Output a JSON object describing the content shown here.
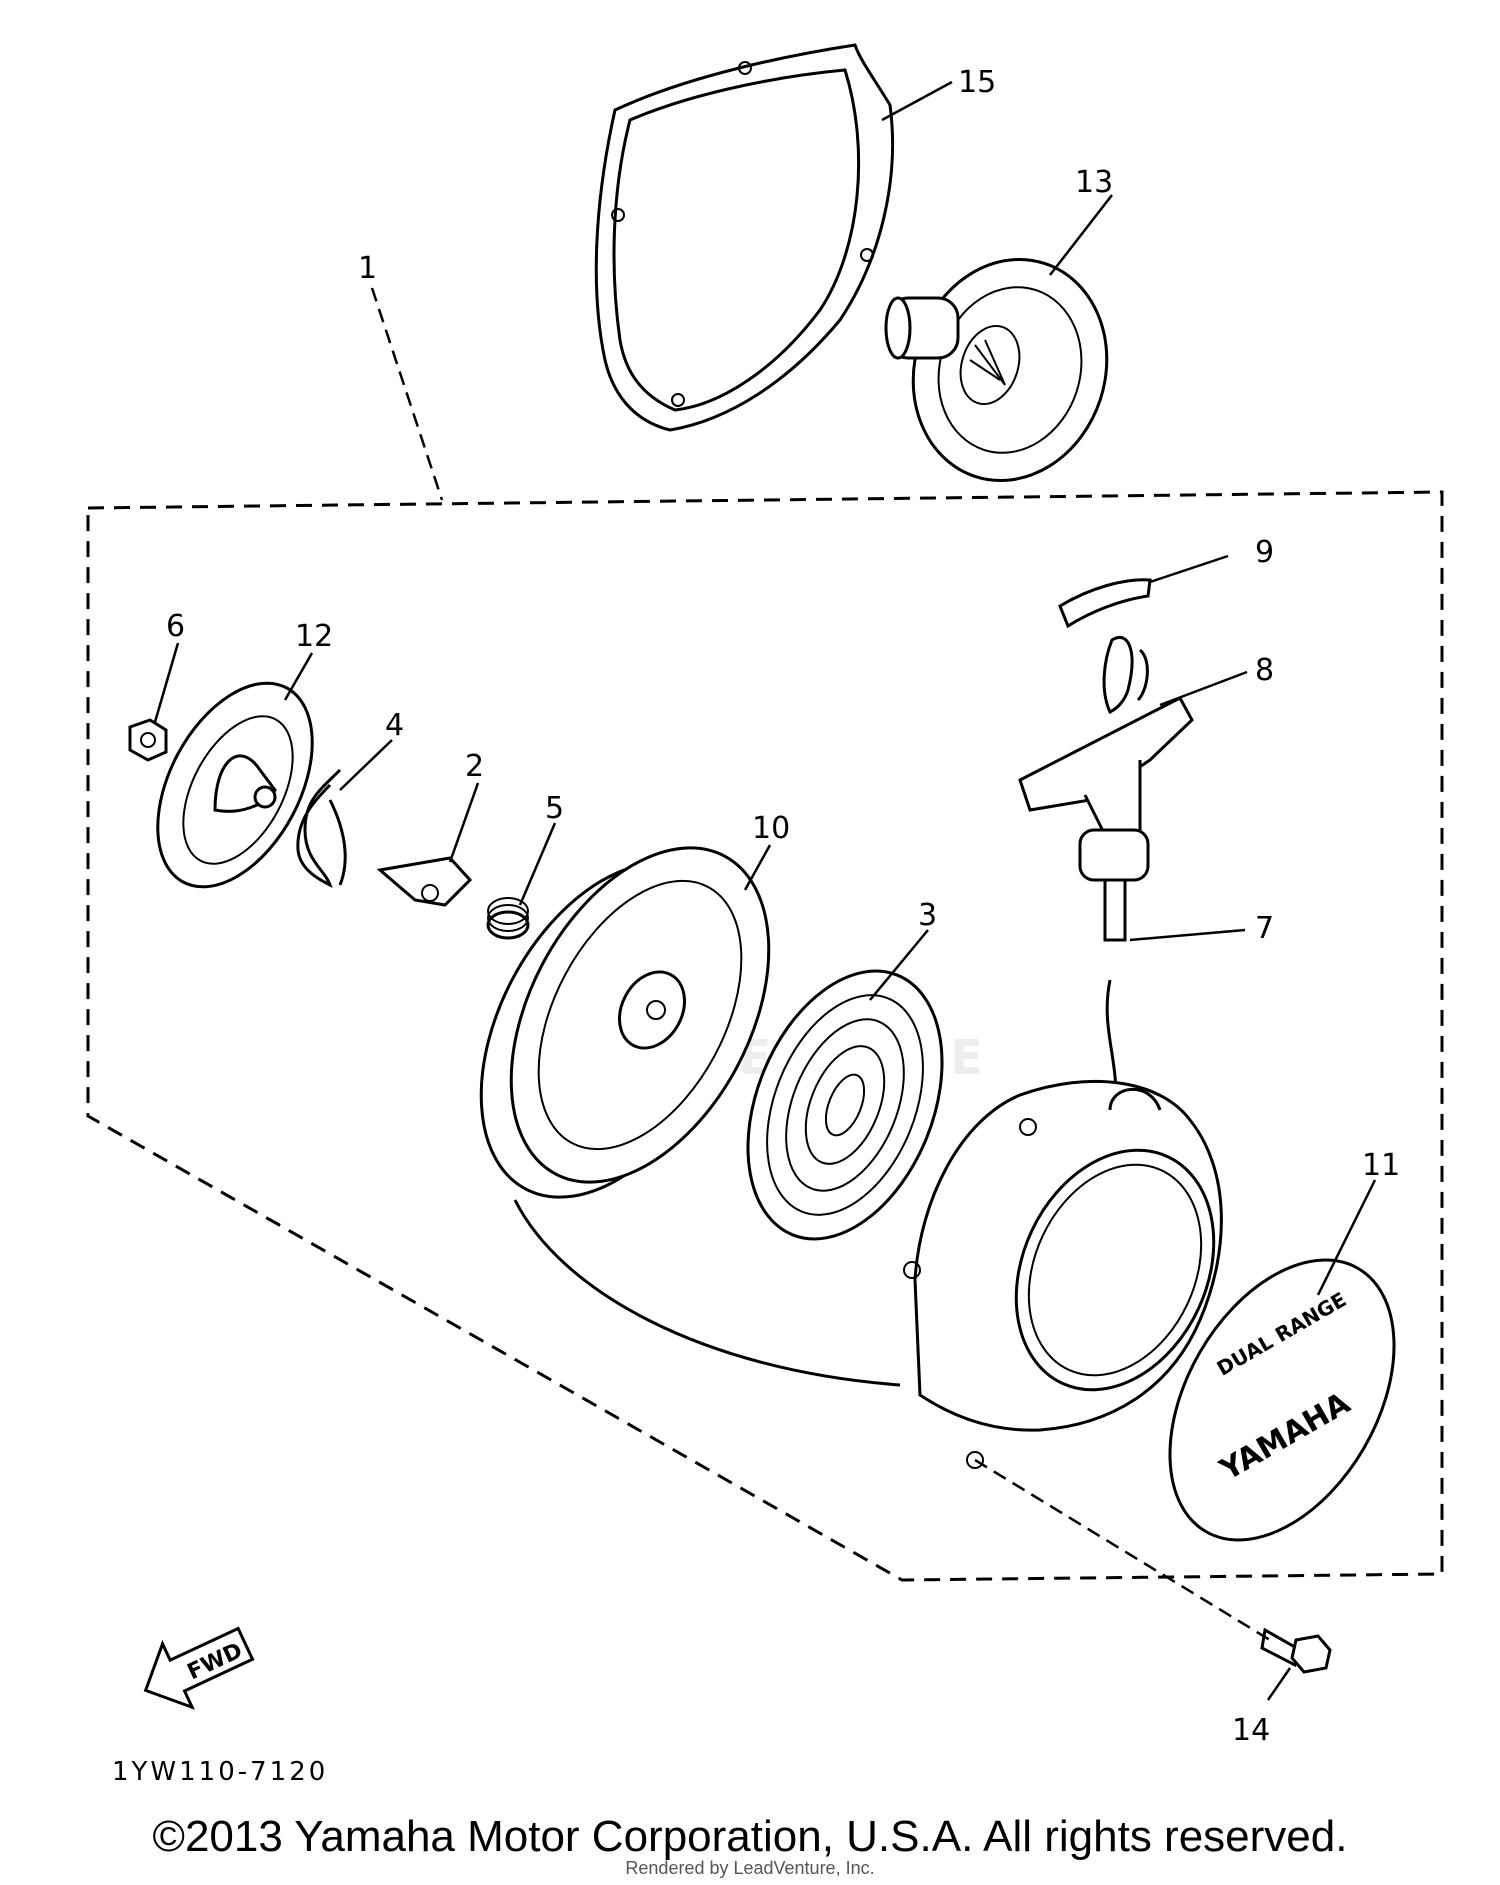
{
  "diagram": {
    "drawing_code": "1YW110-7120",
    "fwd_arrow_label": "FWD",
    "callouts": {
      "c1": "1",
      "c2": "2",
      "c3": "3",
      "c4": "4",
      "c5": "5",
      "c6": "6",
      "c7": "7",
      "c8": "8",
      "c9": "9",
      "c10": "10",
      "c11": "11",
      "c12": "12",
      "c13": "13",
      "c14": "14",
      "c15": "15"
    },
    "emblem_text": {
      "top": "DUAL RANGE",
      "brand": "YAMAHA"
    }
  },
  "footer": {
    "copyright": "©2013 Yamaha Motor Corporation, U.S.A. All rights reserved.",
    "rendered_by": "Rendered by LeadVenture, Inc."
  },
  "watermark": {
    "text": "LEADVENTURE"
  }
}
